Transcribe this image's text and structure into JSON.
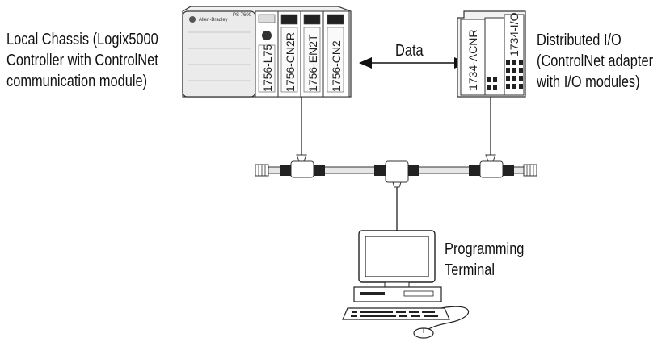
{
  "labels": {
    "local_chassis": [
      "Local Chassis (Logix5000",
      "Controller with ControlNet",
      "communication module)"
    ],
    "data_arrow": "Data",
    "distributed_io": [
      "Distributed I/O",
      "(ControlNet adapter",
      "with I/O modules)"
    ],
    "programming_terminal": [
      "Programming",
      "Terminal"
    ]
  },
  "chassis": {
    "brand": "Allen-Bradley",
    "ps_text": "PS 7600",
    "modules": [
      "1756-L75",
      "1756-CN2R",
      "1756-EN2T",
      "1756-CN2"
    ]
  },
  "adapter": {
    "modules": [
      "1734-ACNR",
      "1734-I/O"
    ]
  }
}
